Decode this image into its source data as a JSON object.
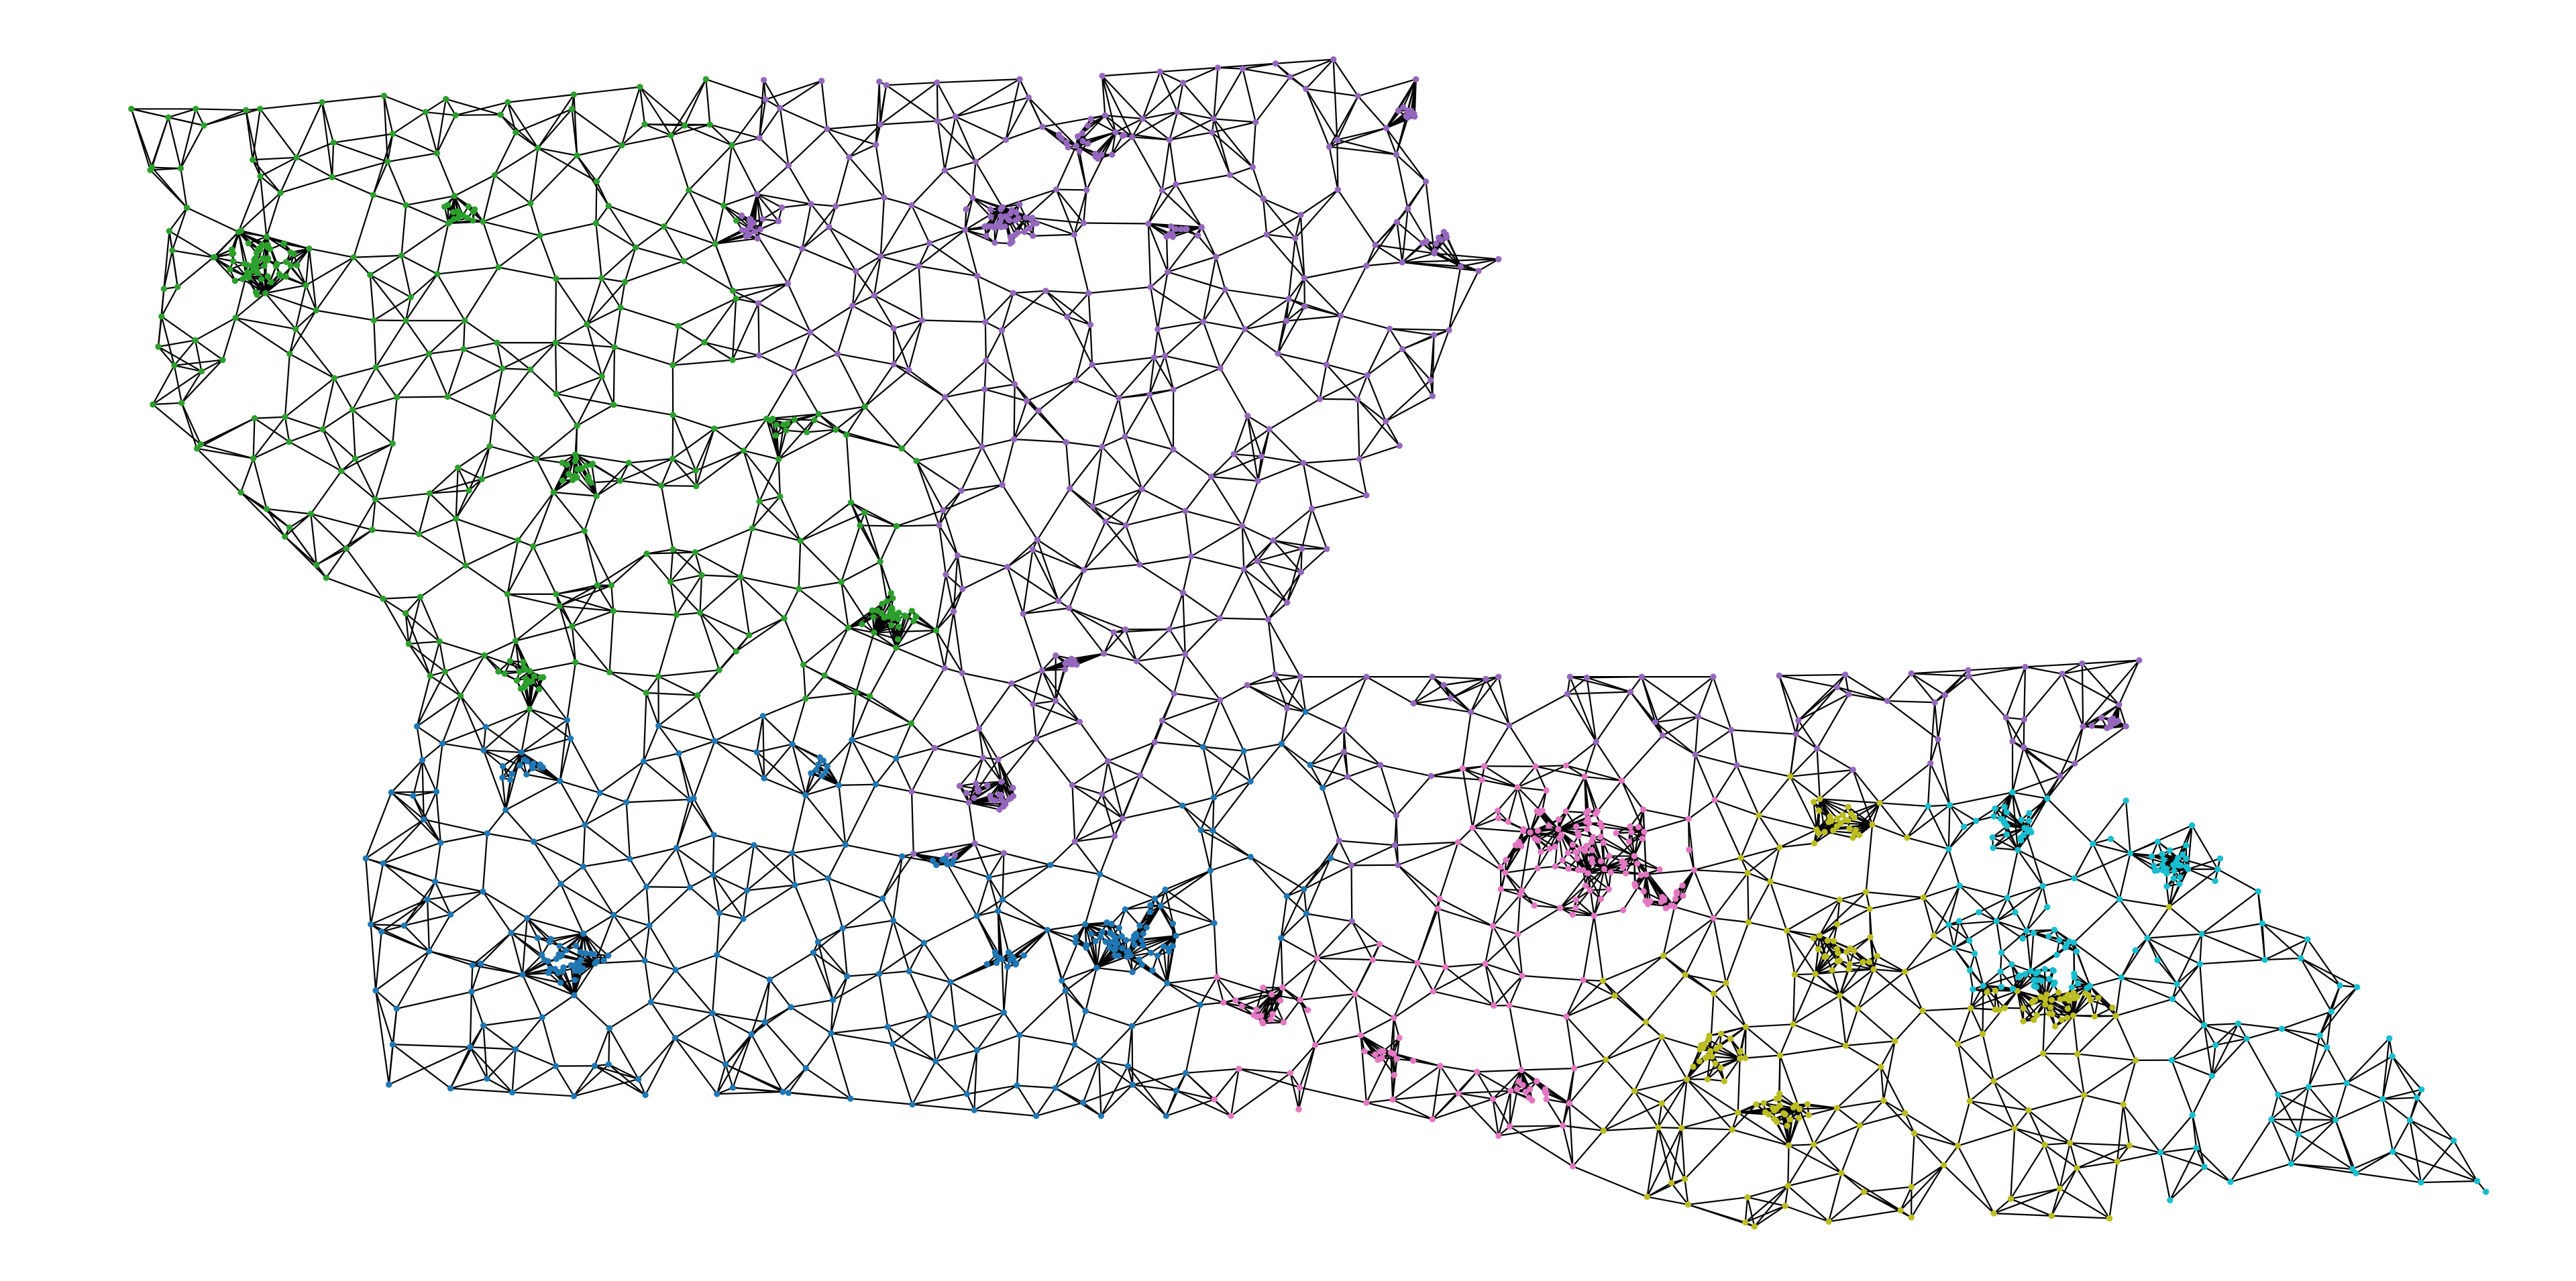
{
  "figure": {
    "type": "network-graph",
    "background": "#ffffff",
    "edge_color": "#000000"
  },
  "partitions": [
    {
      "id": "blue",
      "color": "#1f77b4"
    },
    {
      "id": "green",
      "color": "#2ca02c"
    },
    {
      "id": "purple",
      "color": "#9467bd"
    },
    {
      "id": "pink",
      "color": "#e377c2"
    },
    {
      "id": "olive",
      "color": "#bcbd22"
    },
    {
      "id": "cyan",
      "color": "#17becf"
    }
  ]
}
